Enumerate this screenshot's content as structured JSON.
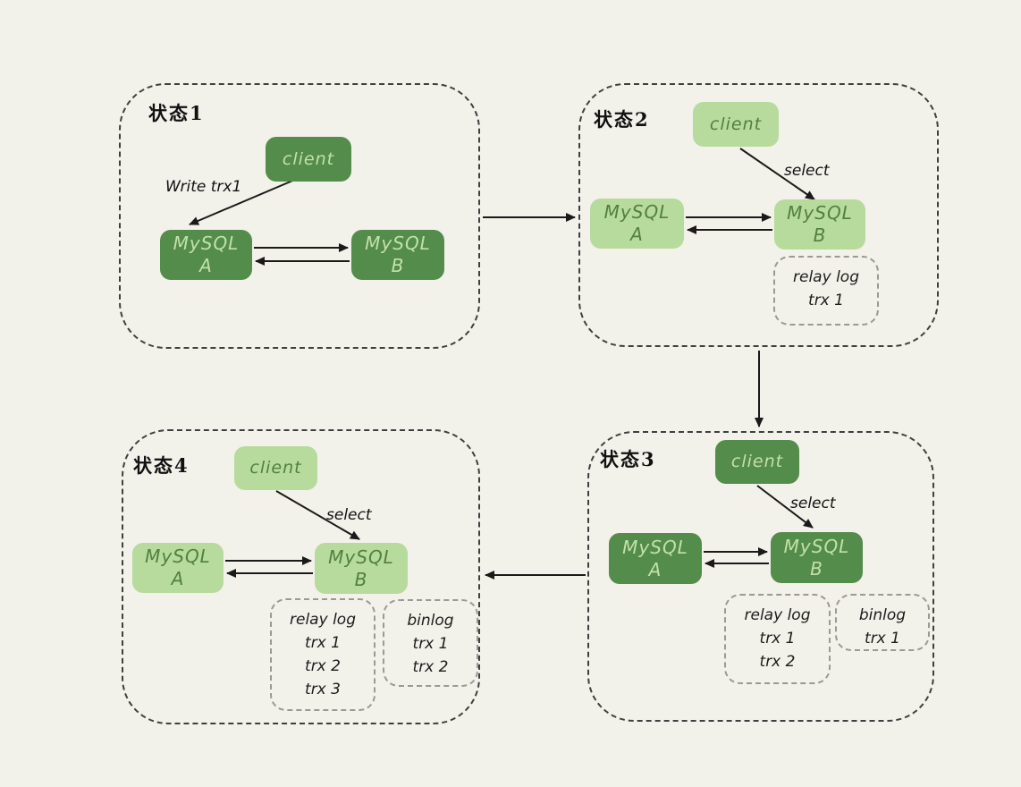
{
  "colors": {
    "background": "#f2f1ea",
    "dark_green_fill": "#548c4b",
    "dark_green_text": "#c2e2a5",
    "light_green_fill": "#b7db9c",
    "light_green_text": "#527f42",
    "arrow_black": "#1a1a1a",
    "panel_border": "#3f3f3f",
    "log_border": "#9a9a94"
  },
  "panels": [
    {
      "title": "状态1",
      "theme": "dark",
      "client_label": "client",
      "arrow_label": "Write trx1",
      "node_a": {
        "name": "MySQL",
        "sub": "A"
      },
      "node_b": {
        "name": "MySQL",
        "sub": "B"
      },
      "logs": []
    },
    {
      "title": "状态2",
      "theme": "light",
      "client_label": "client",
      "arrow_label": "select",
      "node_a": {
        "name": "MySQL",
        "sub": "A"
      },
      "node_b": {
        "name": "MySQL",
        "sub": "B"
      },
      "logs": [
        {
          "title": "relay log",
          "entries": [
            "trx 1"
          ]
        }
      ]
    },
    {
      "title": "状态3",
      "theme": "dark",
      "client_label": "client",
      "arrow_label": "select",
      "node_a": {
        "name": "MySQL",
        "sub": "A"
      },
      "node_b": {
        "name": "MySQL",
        "sub": "B"
      },
      "logs": [
        {
          "title": "relay log",
          "entries": [
            "trx 1",
            "trx 2"
          ]
        },
        {
          "title": "binlog",
          "entries": [
            "trx 1"
          ]
        }
      ]
    },
    {
      "title": "状态4",
      "theme": "light",
      "client_label": "client",
      "arrow_label": "select",
      "node_a": {
        "name": "MySQL",
        "sub": "A"
      },
      "node_b": {
        "name": "MySQL",
        "sub": "B"
      },
      "logs": [
        {
          "title": "relay log",
          "entries": [
            "trx 1",
            "trx 2",
            "trx 3"
          ]
        },
        {
          "title": "binlog",
          "entries": [
            "trx 1",
            "trx 2"
          ]
        }
      ]
    }
  ]
}
